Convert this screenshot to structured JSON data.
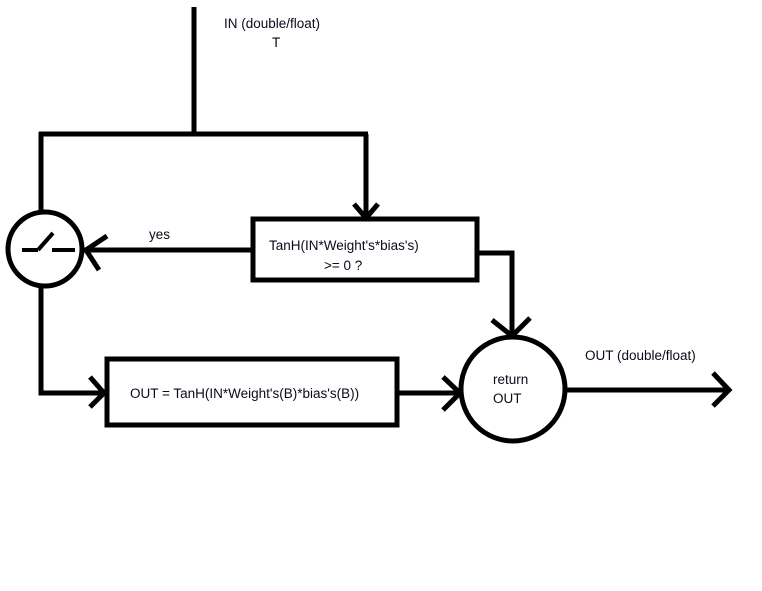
{
  "diagram": {
    "input_label": {
      "line1": "IN (double/float)",
      "line2": "T"
    },
    "condition_box": {
      "line1": "TanH(IN*Weight's*bias's)",
      "line2": ">= 0 ?"
    },
    "yes_label": "yes",
    "switch_node": {
      "icon": "switch-icon"
    },
    "compute_box": {
      "text": "OUT = TanH(IN*Weight's(B)*bias's(B))"
    },
    "return_node": {
      "line1": "return",
      "line2": "OUT"
    },
    "output_label": "OUT (double/float)",
    "colors": {
      "stroke": "#000000",
      "text": "#0a0a1a",
      "background": "#ffffff"
    }
  }
}
